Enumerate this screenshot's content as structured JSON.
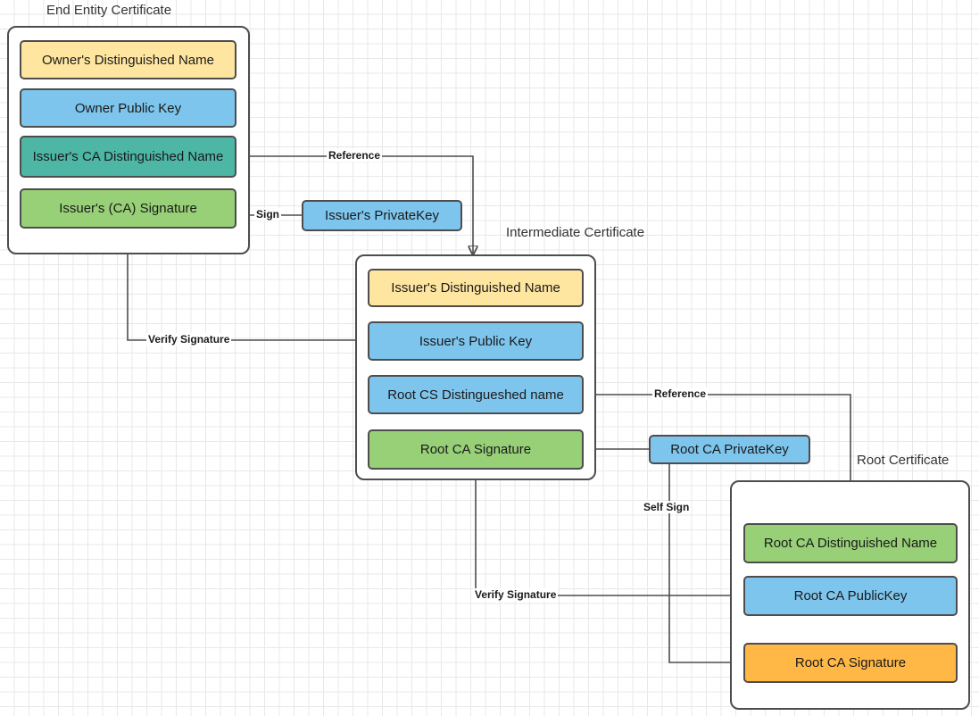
{
  "diagram": {
    "title_end_entity": "End Entity Certificate",
    "title_intermediate": "Intermediate Certificate",
    "title_root": "Root Certificate",
    "colors": {
      "yellow": "#FFE6A0",
      "blue": "#7EC5ED",
      "teal": "#4DB6A5",
      "green": "#97D077",
      "orange": "#FFB846",
      "stroke": "#4D4D4D",
      "background": "#FFFFFF",
      "grid_minor": "#E8E8E8",
      "grid_major": "#CFCFCF"
    }
  },
  "end_entity": {
    "fields": [
      {
        "label": "Owner's Distinguished Name",
        "color": "yellow"
      },
      {
        "label": "Owner Public  Key",
        "color": "blue"
      },
      {
        "label": "Issuer's CA Distinguished Name",
        "color": "teal"
      },
      {
        "label": "Issuer's (CA) Signature",
        "color": "green"
      }
    ]
  },
  "intermediate": {
    "fields": [
      {
        "label": "Issuer's Distinguished Name",
        "color": "yellow"
      },
      {
        "label": "Issuer's Public  Key",
        "color": "blue"
      },
      {
        "label": "Root CS Distingueshed name",
        "color": "blue"
      },
      {
        "label": "Root CA Signature",
        "color": "green"
      }
    ]
  },
  "root": {
    "fields": [
      {
        "label": "Root CA Distinguished Name",
        "color": "green"
      },
      {
        "label": "Root CA PublicKey",
        "color": "blue"
      },
      {
        "label": "Root CA Signature",
        "color": "orange"
      }
    ]
  },
  "keys": {
    "issuer_private_key": "Issuer's PrivateKey",
    "root_ca_private_key": "Root CA PrivateKey"
  },
  "edges": {
    "reference_top": "Reference",
    "sign": "Sign",
    "verify_signature_top": "Verify Signature",
    "reference_bottom": "Reference",
    "self_sign": "Self Sign",
    "verify_signature_bottom": "Verify Signature"
  }
}
